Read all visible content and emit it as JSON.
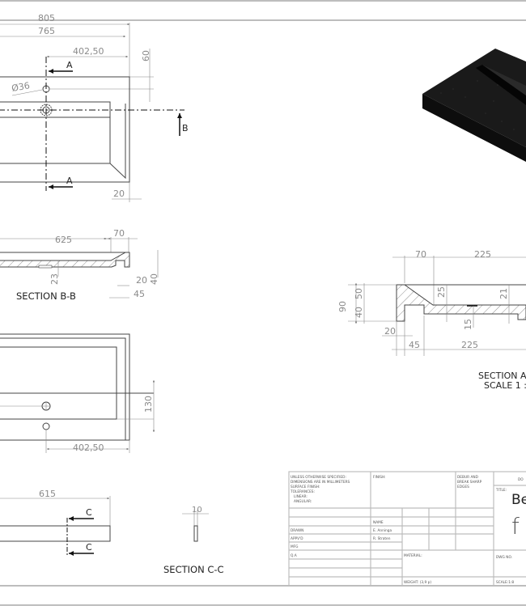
{
  "drawing": {
    "top_view": {
      "dimensions": {
        "overall_width": "805",
        "inner_width": "765",
        "hole_offset": "402,50",
        "hole_from_top": "60",
        "hole_diameter": "Ø36",
        "edge": "20"
      },
      "section_markers": {
        "a_top": "A",
        "a_bottom": "A",
        "b": "B"
      }
    },
    "section_bb": {
      "label": "SECTION B-B",
      "dimensions": {
        "length": "625",
        "lip": "70",
        "depth": "23",
        "edge": "20",
        "height": "40",
        "foot": "45"
      }
    },
    "bottom_view": {
      "dimensions": {
        "gap": "130",
        "hole_offset": "402,50"
      }
    },
    "side_view": {
      "dimensions": {
        "length": "615"
      },
      "section_markers": {
        "c_top": "C",
        "c_bottom": "C"
      }
    },
    "section_cc": {
      "label": "SECTION C-C",
      "dimensions": {
        "thickness": "10"
      }
    },
    "section_aa": {
      "label": "SECTION A",
      "scale": "SCALE 1 :",
      "dimensions": {
        "lip_top": "70",
        "span_top": "225",
        "total_height": "90",
        "upper": "50",
        "lower": "40",
        "slope_depth": "25",
        "inner_depth": "21",
        "floor": "15",
        "edge": "20",
        "foot": "45",
        "span_bottom": "225"
      }
    },
    "render_3d": {
      "color": "#1c1c1c"
    }
  },
  "title_block": {
    "notes": [
      "UNLESS OTHERWISE SPECIFIED:",
      "DIMENSIONS ARE IN MILLIMETERS",
      "SURFACE FINISH:",
      "TOLERANCES:",
      "LINEAR:",
      "ANGULAR:"
    ],
    "finish_label": "FINISH:",
    "deburr": [
      "DEBUR AND",
      "BREAK SHARP",
      "EDGES"
    ],
    "do_not_scale": "DO",
    "name_header": "NAME",
    "rows": [
      {
        "role": "DRAWN",
        "name": "E. Anninga"
      },
      {
        "role": "APPV'D",
        "name": "R. Straten"
      },
      {
        "role": "MFG",
        "name": ""
      },
      {
        "role": "Q.A",
        "name": ""
      }
    ],
    "material_label": "MATERIAL:",
    "weight_label": "WEIGHT: (3,9 p)",
    "title_label": "TITLE:",
    "title_value": "Be",
    "logo_glyph": "f",
    "dwg_no_label": "DWG NO.",
    "scale_label": "SCALE:1:8"
  }
}
